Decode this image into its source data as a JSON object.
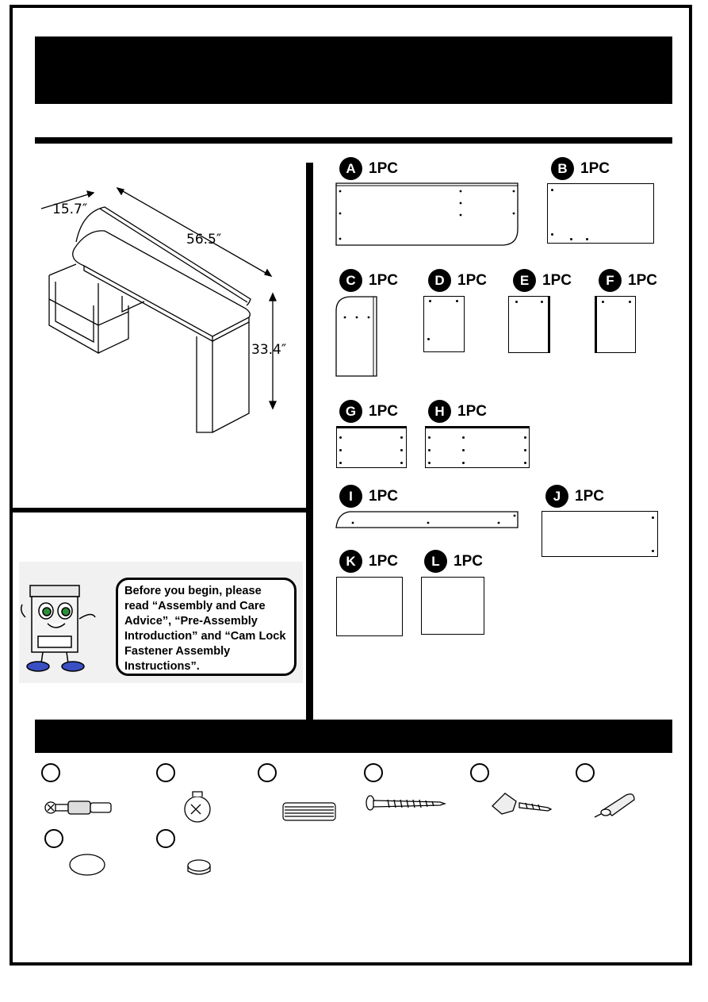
{
  "dimensions": {
    "depth": "15.7″",
    "width": "56.5″",
    "height": "33.4″"
  },
  "tip": {
    "text": "Before you begin, please read “Assembly and Care Advice”, “Pre-Assembly Introduction” and “Cam Lock Fastener Assembly Instructions”."
  },
  "parts": [
    {
      "letter": "A",
      "qty": "1PC"
    },
    {
      "letter": "B",
      "qty": "1PC"
    },
    {
      "letter": "C",
      "qty": "1PC"
    },
    {
      "letter": "D",
      "qty": "1PC"
    },
    {
      "letter": "E",
      "qty": "1PC"
    },
    {
      "letter": "F",
      "qty": "1PC"
    },
    {
      "letter": "G",
      "qty": "1PC"
    },
    {
      "letter": "H",
      "qty": "1PC"
    },
    {
      "letter": "I",
      "qty": "1PC"
    },
    {
      "letter": "J",
      "qty": "1PC"
    },
    {
      "letter": "K",
      "qty": "1PC"
    },
    {
      "letter": "L",
      "qty": "1PC"
    }
  ],
  "hardware": [
    {
      "icon": "cam-bolt-icon"
    },
    {
      "icon": "cam-lock-icon"
    },
    {
      "icon": "wood-dowel-icon"
    },
    {
      "icon": "long-screw-icon"
    },
    {
      "icon": "bracket-screw-icon"
    },
    {
      "icon": "shelf-pin-icon"
    },
    {
      "icon": "oval-pad-icon"
    },
    {
      "icon": "round-pad-icon"
    }
  ]
}
